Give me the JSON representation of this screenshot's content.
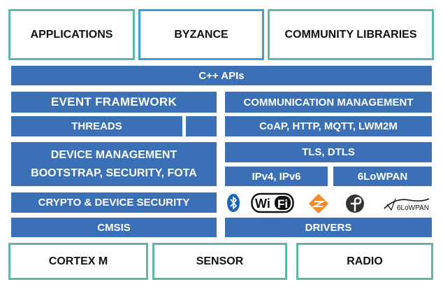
{
  "colors": {
    "teal": "#5fb8a6",
    "sky": "#3aa0dc",
    "blue": "#3b6fb6"
  },
  "top": {
    "applications": "APPLICATIONS",
    "byzance": "BYZANCE",
    "community_libraries": "COMMUNITY LIBRARIES"
  },
  "cpp_apis": "C++ APIs",
  "left": {
    "event_framework": "EVENT FRAMEWORK",
    "threads": "THREADS",
    "device_management_line1": "DEVICE MANAGEMENT",
    "device_management_line2": "BOOTSTRAP, SECURITY, FOTA",
    "crypto": "CRYPTO & DEVICE SECURITY",
    "cmsis": "CMSIS"
  },
  "right": {
    "communication_management": "COMMUNICATION MANAGEMENT",
    "protocols": "CoAP, HTTP, MQTT, LWM2M",
    "tls": "TLS, DTLS",
    "ip": "IPv4, IPv6",
    "sixlowpan": "6LoWPAN",
    "drivers": "DRIVERS"
  },
  "logos": {
    "icons": [
      "bluetooth-icon",
      "wifi-icon",
      "zigbee-icon",
      "thread-icon",
      "6lowpan-icon"
    ],
    "wifi_text": "Wi Fi",
    "sixlowpan_text": "6LoWPAN"
  },
  "bottom": {
    "cortex": "CORTEX M",
    "sensor": "SENSOR",
    "radio": "RADIO"
  }
}
